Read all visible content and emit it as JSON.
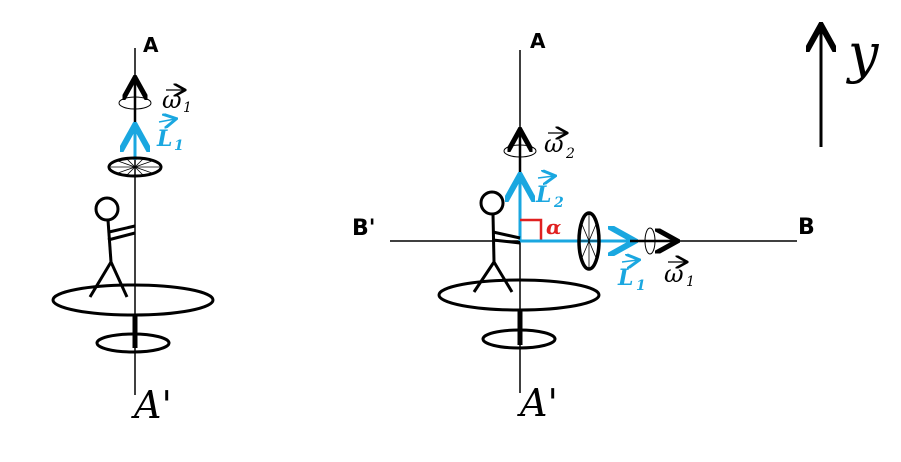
{
  "colors": {
    "ink": "#000000",
    "blue": "#1aa7e0",
    "red": "#e02020"
  },
  "left": {
    "axis_top": "A",
    "axis_bottom": "A'",
    "omega_sym": "ω",
    "omega_sub": "1",
    "L_sym": "L",
    "L_sub": "1"
  },
  "right": {
    "axis_top": "A",
    "axis_bottom": "A'",
    "axis_left": "B'",
    "axis_right": "B",
    "omega2_sym": "ω",
    "omega2_sub": "2",
    "L2_sym": "L",
    "L2_sub": "2",
    "angle": "α",
    "L1_sym": "L",
    "L1_sub": "1",
    "omega1_sym": "ω",
    "omega1_sub": "1"
  },
  "y_axis_label": "y"
}
